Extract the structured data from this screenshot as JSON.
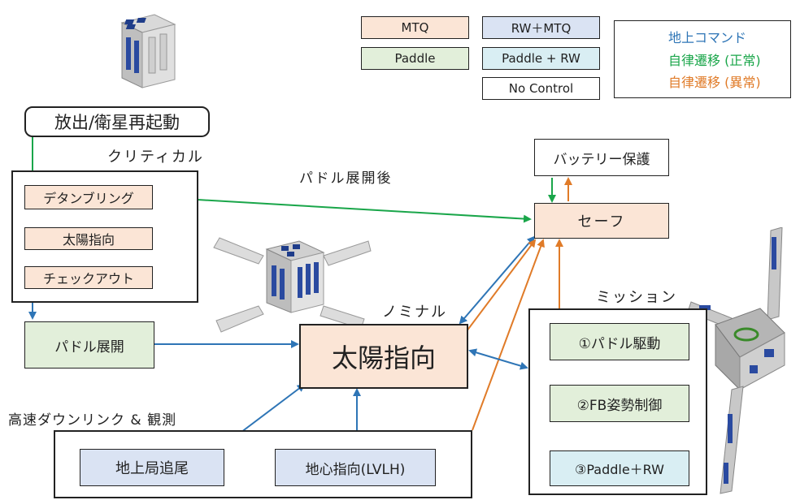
{
  "legend": {
    "mtq": "MTQ",
    "rw_mtq": "RW＋MTQ",
    "paddle": "Paddle",
    "paddle_rw": "Paddle + RW",
    "no_control": "No Control",
    "ground_command": "地上コマンド",
    "auto_normal": "自律遷移 (正常)",
    "auto_abnormal": "自律遷移 (異常)"
  },
  "colors": {
    "ground_command": "#2e75b6",
    "auto_normal": "#1aa64a",
    "auto_abnormal": "#e07b28"
  },
  "top": {
    "release": "放出/衛星再起動"
  },
  "critical": {
    "label": "クリティカル",
    "detumbling": "デタンブリング",
    "sun_pointing": "太陽指向",
    "checkout": "チェックアウト"
  },
  "paddle_deploy": "パドル展開",
  "after_paddle": "パドル展開後",
  "battery": "バッテリー保護",
  "safe": "セーフ",
  "nominal": {
    "label": "ノミナル",
    "sun_pointing": "太陽指向"
  },
  "mission": {
    "label": "ミッション",
    "item1": "①パドル駆動",
    "item2": "②FB姿勢制御",
    "item3": "③Paddle＋RW"
  },
  "downlink": {
    "label": "高速ダウンリンク & 観測",
    "ground_tracking": "地上局追尾",
    "earth_pointing": "地心指向(LVLH)"
  }
}
